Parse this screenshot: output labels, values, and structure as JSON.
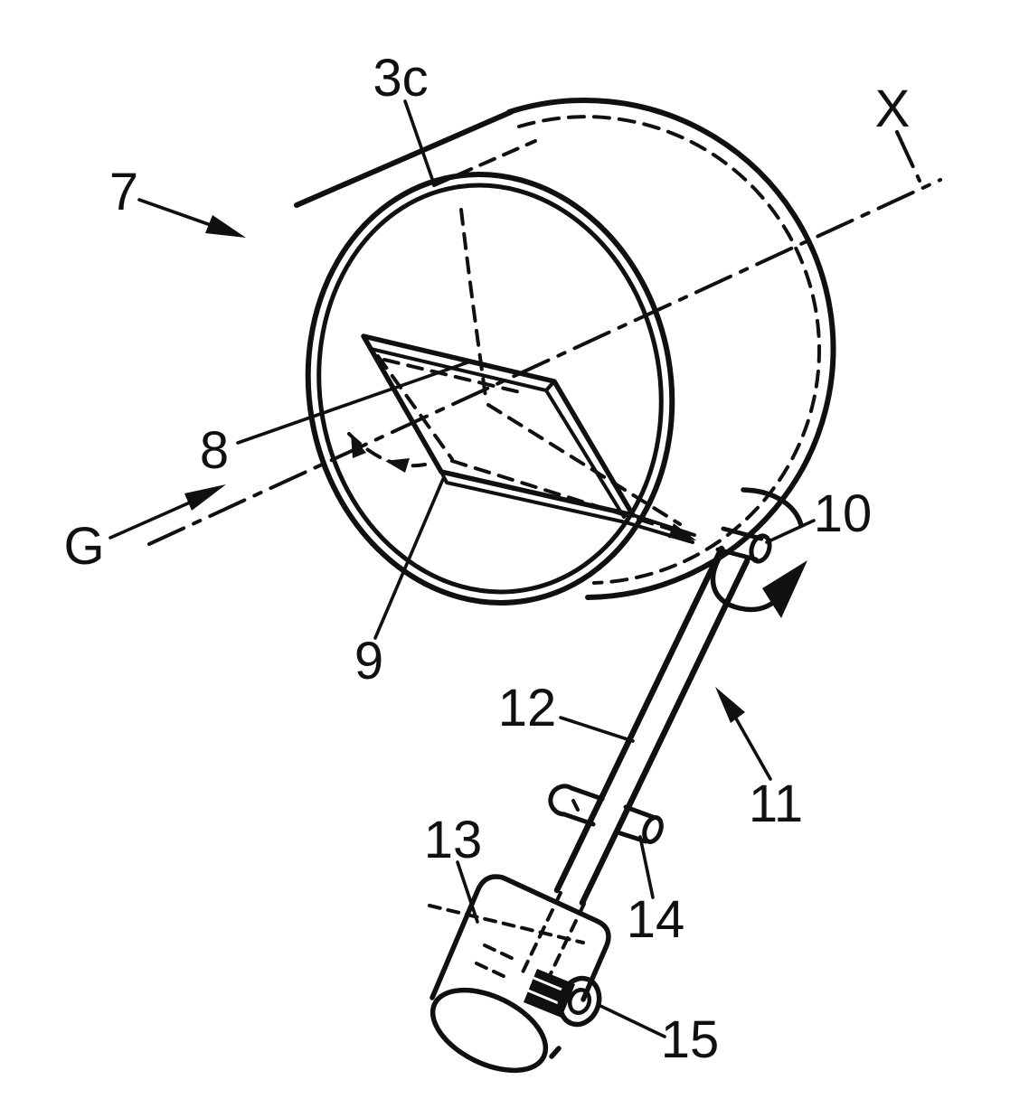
{
  "figure": {
    "kind": "patent-line-drawing",
    "description": "Perspective view of a rotatable drum (7) with groove (3c) about axis X, containing a tiltable mirror plate (8) shown also in dashed position (9), hinged at pivot (10), driven via rod (12) by motor (13) with cross pin (14) and screw (15); gaze axis G.",
    "background_color": "#ffffff",
    "line_color": "#101010"
  },
  "labels": {
    "ref_3c": "3c",
    "axis_x": "X",
    "ref_7": "7",
    "ref_8": "8",
    "axis_g": "G",
    "ref_9": "9",
    "ref_10": "10",
    "ref_11": "11",
    "ref_12": "12",
    "ref_13": "13",
    "ref_14": "14",
    "ref_15": "15"
  }
}
